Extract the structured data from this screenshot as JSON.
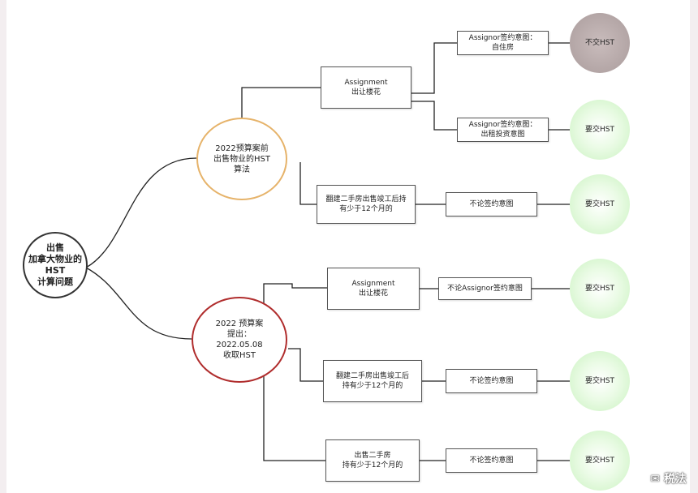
{
  "root": "出售\n加拿大物业的\nHST\n计算问题",
  "branch_before": "2022预算案前\n出售物业的HST\n算法",
  "branch_after": "2022 预算案\n提出：\n2022.05.08\n收取HST",
  "before": {
    "assignment": "Assignment\n出让楼花",
    "intent_self": "Assignor签约意图：\n自住房",
    "intent_invest": "Assignor签约意图：\n出租投资意图",
    "result_no": "不交HST",
    "result_yes_1": "要交HST",
    "newbuild": "翻建二手房出售竣工后持\n有少于12个月的",
    "any_intent": "不论签约意图",
    "result_yes_2": "要交HST"
  },
  "after": {
    "assignment": "Assignment\n出让楼花",
    "any_assignor": "不论Assignor签约意图",
    "result_yes_1": "要交HST",
    "newbuild": "翻建二手房出售竣工后\n持有少于12个月的",
    "any_intent_1": "不论签约意图",
    "result_yes_2": "要交HST",
    "resale": "出售二手房\n持有少于12个月的",
    "any_intent_2": "不论签约意图",
    "result_yes_3": "要交HST"
  },
  "watermark": "税法",
  "colors": {
    "orange": "#e6b36a",
    "red": "#b02d2d",
    "green": "#c9f2bf",
    "gray": "#aa9c9c"
  }
}
